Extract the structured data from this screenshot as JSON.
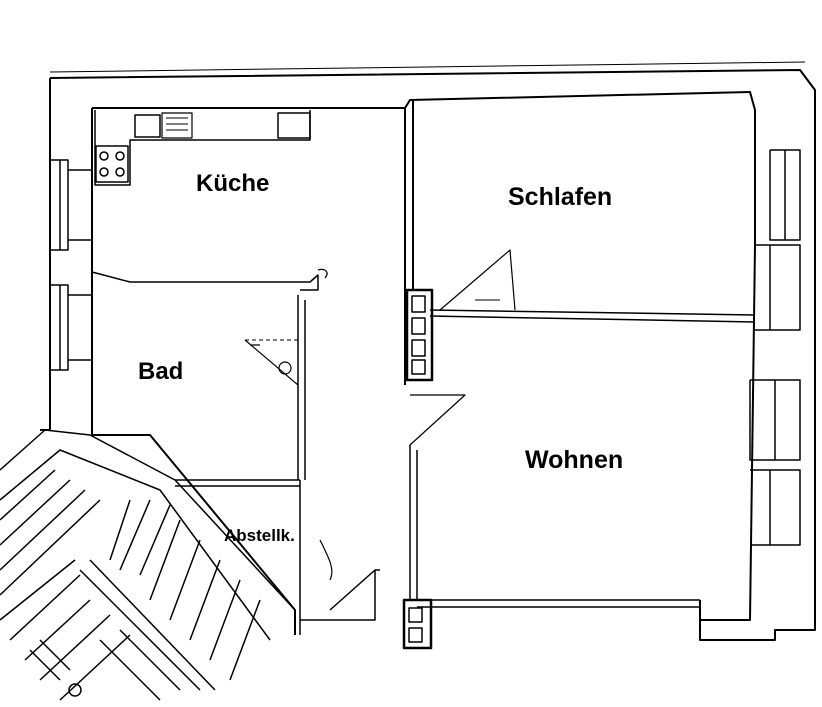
{
  "rooms": {
    "kitchen": "Küche",
    "bedroom": "Schlafen",
    "bathroom": "Bad",
    "living": "Wohnen",
    "storage": "Abstellk."
  },
  "colors": {
    "ink": "#000000",
    "paper": "#ffffff"
  }
}
